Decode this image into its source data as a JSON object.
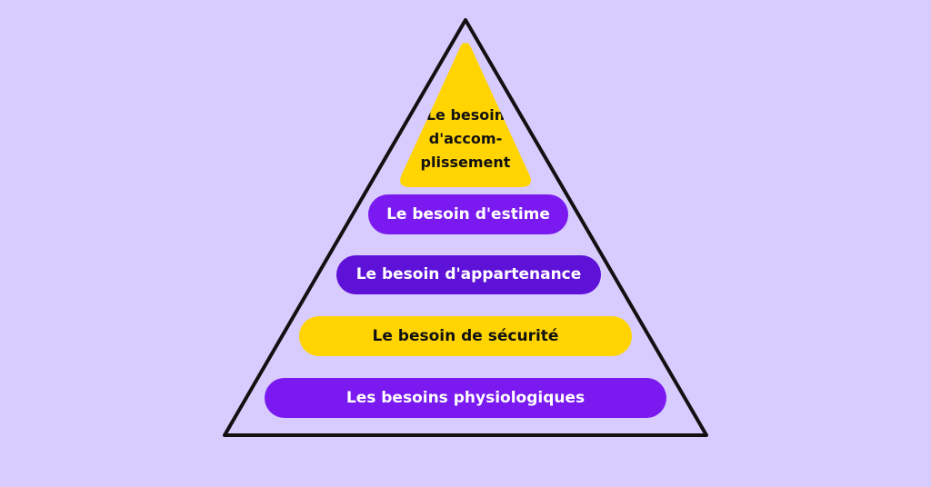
{
  "pyramid": {
    "outline_color": "#111111",
    "levels": [
      {
        "label": "Le besoin d'accom-plissement",
        "lines": [
          "Le besoin",
          "d'accom-",
          "plissement"
        ],
        "color": "#FFD400"
      },
      {
        "label": "Le besoin d'estime",
        "color": "#7A1AF0"
      },
      {
        "label": "Le besoin d'appartenance",
        "color": "#5E12D8"
      },
      {
        "label": "Le besoin de sécurité",
        "color": "#FFD400"
      },
      {
        "label": "Les besoins physiologiques",
        "color": "#7A1AF0"
      }
    ]
  },
  "background_color": "#D8CCFF"
}
